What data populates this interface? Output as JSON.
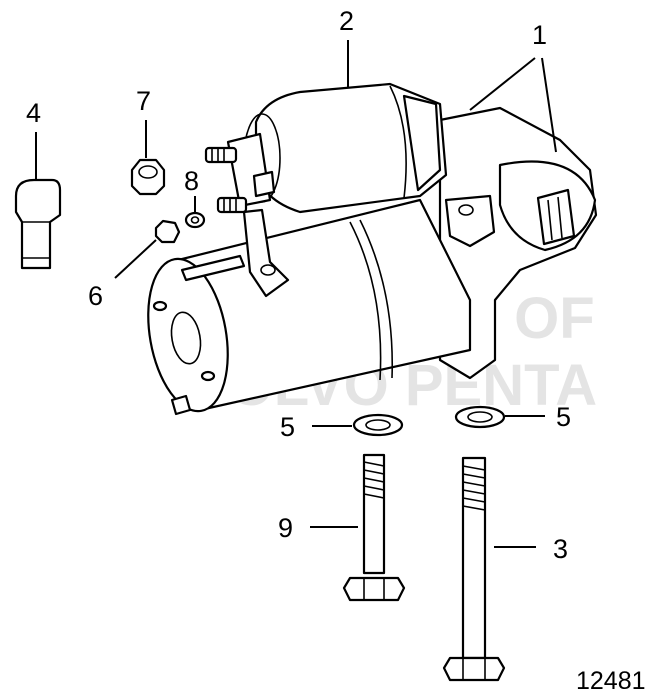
{
  "diagram": {
    "callouts": [
      "1",
      "2",
      "3",
      "4",
      "5",
      "5",
      "6",
      "7",
      "8",
      "9"
    ],
    "watermark": [
      "PROPERTY OF",
      "VOLVO PENTA"
    ],
    "reference_number": "12481"
  }
}
